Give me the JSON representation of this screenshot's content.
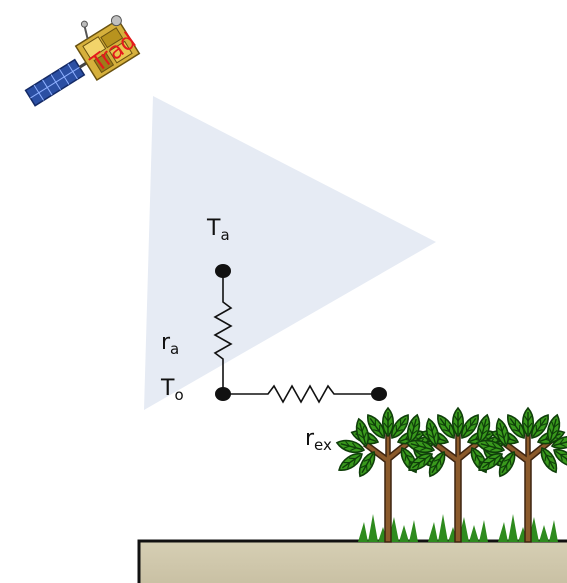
{
  "satellite": {
    "label": "Trad"
  },
  "nodes": {
    "air": {
      "symbol": "T",
      "subscript": "a"
    },
    "surface": {
      "symbol": "T",
      "subscript": "o"
    }
  },
  "resistances": {
    "aerodynamic": {
      "symbol": "r",
      "subscript": "a"
    },
    "excess": {
      "symbol": "r",
      "subscript": "ex"
    }
  },
  "colors": {
    "view_cone": "#e6ebf4",
    "trad_label": "#e41a1c",
    "ground_top": "#d6cfb4",
    "ground_bottom": "#c7bea1",
    "trunk": "#8b5a2b",
    "leaf": "#3a9a1d",
    "leaf_vein": "#0f3f0a",
    "grass": "#2e8b1e"
  },
  "plants": {
    "count": 3
  }
}
